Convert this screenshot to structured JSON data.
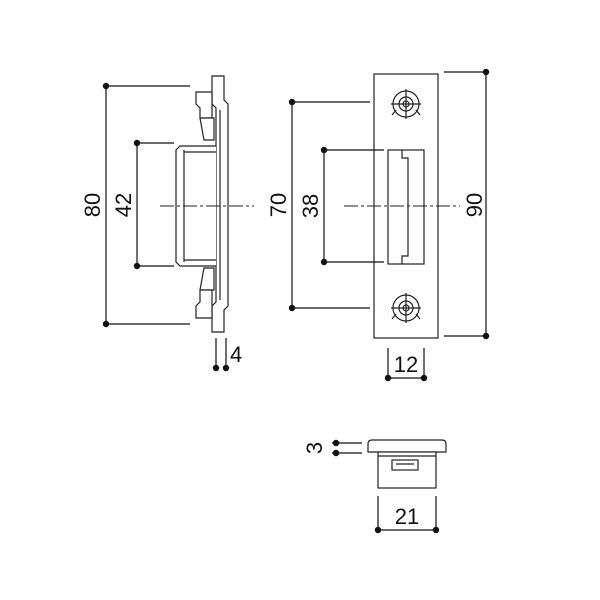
{
  "dimensions": {
    "side_height": "80",
    "side_inner": "42",
    "side_thickness": "4",
    "front_screw_spacing": "70",
    "front_slot_height": "38",
    "front_height": "90",
    "front_slot_width": "12",
    "bottom_thickness": "3",
    "bottom_width": "21"
  },
  "colors": {
    "line": "#222222",
    "background": "#ffffff"
  }
}
